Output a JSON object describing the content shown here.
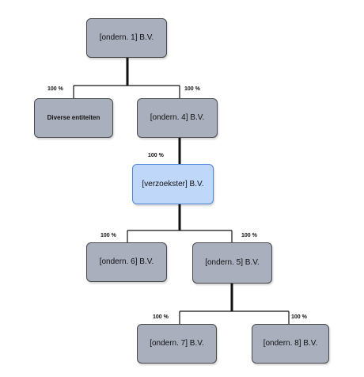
{
  "nodes": {
    "ondern1": "[ondern. 1] B.V.",
    "diverse": "Diverse entiteiten",
    "ondern4": "[ondern. 4] B.V.",
    "verzoekster": "[verzoekster] B.V.",
    "ondern6": "[ondern. 6] B.V.",
    "ondern5": "[ondern. 5] B.V.",
    "ondern7": "[ondern. 7] B.V.",
    "ondern8": "[ondern. 8] B.V."
  },
  "ownership": {
    "ondern1_to_diverse": "100 %",
    "ondern1_to_ondern4": "100 %",
    "ondern4_to_verzoekster": "100 %",
    "verzoekster_to_ondern6": "100 %",
    "verzoekster_to_ondern5": "100 %",
    "ondern5_to_ondern7": "100 %",
    "ondern5_to_ondern8": "100 %"
  },
  "colors": {
    "node_fill": "#a9afbd",
    "highlight_fill": "#bfd7f8",
    "highlight_border": "#4e86d8",
    "line": "#111111"
  }
}
